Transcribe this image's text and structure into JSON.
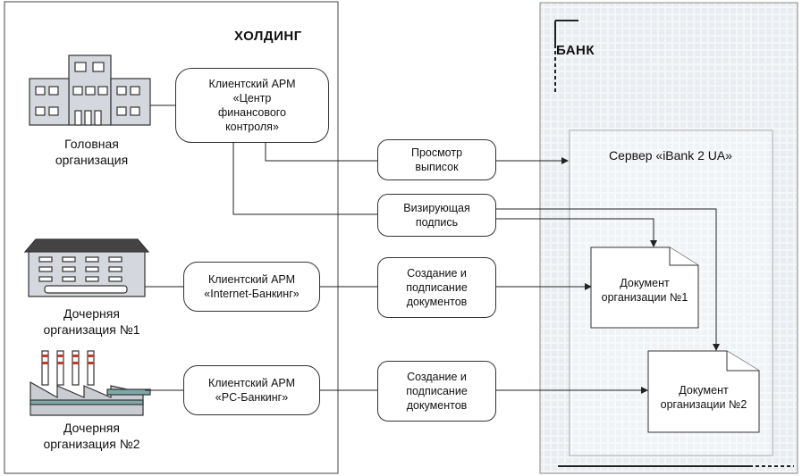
{
  "holding": {
    "title": "ХОЛДИНГ",
    "head_org": "Головная\nорганизация",
    "sub_org_1": "Дочерняя\nорганизация №1",
    "sub_org_2": "Дочерняя\nорганизация №2",
    "arm_fin_control": "Клиентский АРМ\n«Центр\nфинансового\nконтроля»",
    "arm_internet": "Клиентский АРМ\n«Internet-Банкинг»",
    "arm_pc": "Клиентский АРМ\n«PC-Банкинг»"
  },
  "actions": {
    "view_statements": "Просмотр\nвыписок",
    "approval_signature": "Визирующая\nподпись",
    "create_sign_1": "Создание и\nподписание\nдокументов",
    "create_sign_2": "Создание и\nподписание\nдокументов"
  },
  "bank": {
    "title": "БАНК",
    "server": "Сервер «iBank 2 UA»",
    "doc_1": "Документ\nорганизации №1",
    "doc_2": "Документ\nорганизации №2"
  }
}
